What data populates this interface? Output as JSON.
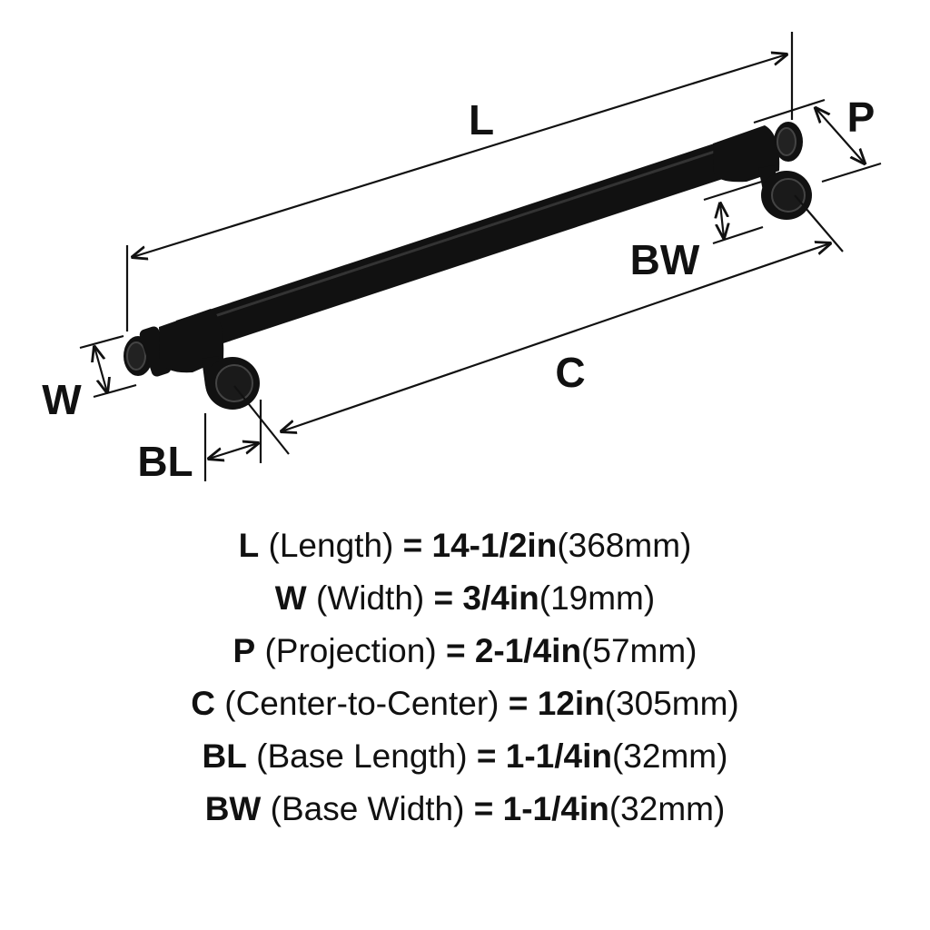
{
  "diagram": {
    "labels": {
      "L": "L",
      "P": "P",
      "BW": "BW",
      "C": "C",
      "W": "W",
      "BL": "BL"
    },
    "color": "#111111"
  },
  "specs": [
    {
      "key": "L",
      "name": "(Length)",
      "eq": "=",
      "value": "14-1/2in",
      "metric": "(368mm)"
    },
    {
      "key": "W",
      "name": "(Width)",
      "eq": "=",
      "value": "3/4in",
      "metric": "(19mm)"
    },
    {
      "key": "P",
      "name": "(Projection)",
      "eq": "=",
      "value": "2-1/4in",
      "metric": "(57mm)"
    },
    {
      "key": "C",
      "name": "(Center-to-Center)",
      "eq": "=",
      "value": "12in",
      "metric": "(305mm)"
    },
    {
      "key": "BL",
      "name": "(Base Length)",
      "eq": "=",
      "value": "1-1/4in",
      "metric": "(32mm)"
    },
    {
      "key": "BW",
      "name": "(Base Width)",
      "eq": "=",
      "value": "1-1/4in",
      "metric": "(32mm)"
    }
  ]
}
